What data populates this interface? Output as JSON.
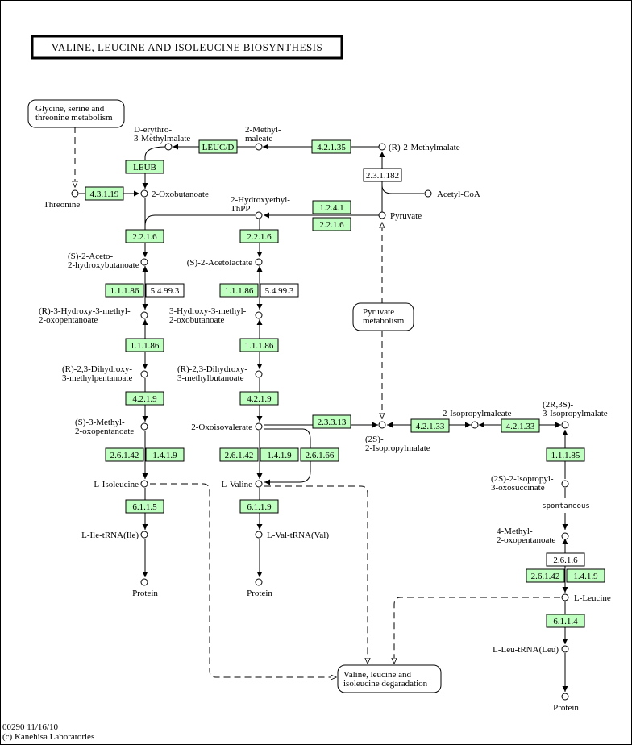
{
  "title": "VALINE, LEUCINE AND ISOLEUCINE BIOSYNTHESIS",
  "footer": {
    "map_id_date": "00290 11/16/10",
    "copyright": "(c) Kanehisa Laboratories"
  },
  "colors": {
    "enzyme_present": "#bfffbf",
    "enzyme_absent": "#ffffff",
    "line": "#000000"
  },
  "pathway_links": {
    "gly_ser_thr": [
      "Glycine, serine and",
      "threonine metabolism"
    ],
    "pyruvate": [
      "Pyruvate",
      "metabolism"
    ],
    "degradation": [
      "Valine, leucine and",
      "isoleucine degaradation"
    ]
  },
  "enzymes": {
    "e4_2_1_35": "4.2.1.35",
    "leucd": "LEUC/D",
    "leub": "LEUB",
    "e2_3_1_182": "2.3.1.182",
    "e4_3_1_19": "4.3.1.19",
    "e1_2_4_1": "1.2.4.1",
    "e2_2_1_6_a": "2.2.1.6",
    "e2_2_1_6_b": "2.2.1.6",
    "e2_2_1_6_c": "2.2.1.6",
    "e1_1_1_86_a": "1.1.1.86",
    "e5_4_99_3_a": "5.4.99.3",
    "e1_1_1_86_b": "1.1.1.86",
    "e5_4_99_3_b": "5.4.99.3",
    "e1_1_1_86_c": "1.1.1.86",
    "e1_1_1_86_d": "1.1.1.86",
    "e4_2_1_9_a": "4.2.1.9",
    "e4_2_1_9_b": "4.2.1.9",
    "e2_6_1_42_a": "2.6.1.42",
    "e1_4_1_9_a": "1.4.1.9",
    "e2_6_1_42_b": "2.6.1.42",
    "e1_4_1_9_b": "1.4.1.9",
    "e2_6_1_66": "2.6.1.66",
    "e2_3_3_13": "2.3.3.13",
    "e4_2_1_33_a": "4.2.1.33",
    "e4_2_1_33_b": "4.2.1.33",
    "e1_1_1_85": "1.1.1.85",
    "e2_6_1_6": "2.6.1.6",
    "e2_6_1_42_c": "2.6.1.42",
    "e1_4_1_9_c": "1.4.1.9",
    "e6_1_1_5": "6.1.1.5",
    "e6_1_1_9": "6.1.1.9",
    "e6_1_1_4": "6.1.1.4"
  },
  "compounds": {
    "d_erythro": [
      "D-erythro-",
      "3-Methylmalate"
    ],
    "methylmaleate": [
      "2-Methyl-",
      "maleate"
    ],
    "r2_methylmalate": "(R)-2-Methylmalate",
    "acetyl_coa": "Acetyl-CoA",
    "threonine": "Threonine",
    "oxobutanoate": "2-Oxobutanoate",
    "hydroxyethyl_thpp": [
      "2-Hydroxyethyl-",
      "ThPP"
    ],
    "pyruvate": "Pyruvate",
    "aceto_hb": [
      "(S)-2-Aceto-",
      "2-hydroxybutanoate"
    ],
    "acetolactate": "(S)-2-Acetolactate",
    "r3_hydroxy": [
      "(R)-3-Hydroxy-3-methyl-",
      "2-oxopentanoate"
    ],
    "hydroxy_ob": [
      "3-Hydroxy-3-methyl-",
      "2-oxobutanoate"
    ],
    "dihydroxy_mp": [
      "(R)-2,3-Dihydroxy-",
      "3-methylpentanoate"
    ],
    "dihydroxy_mb": [
      "(R)-2,3-Dihydroxy-",
      "3-methylbutanoate"
    ],
    "s3_methyl": [
      "(S)-3-Methyl-",
      "2-oxopentanoate"
    ],
    "oxoisovalerate": "2-Oxoisovalerate",
    "isopropylmalate_2s": [
      "(2S)-",
      "2-Isopropylmalate"
    ],
    "isopropylmaleate": "2-Isopropylmaleate",
    "isopropylmalate_2r3s": [
      "(2R,3S)-",
      "3-Isopropylmalate"
    ],
    "isoleucine": "L-Isoleucine",
    "valine": "L-Valine",
    "oxosuccinate": [
      "(2S)-2-Isopropyl-",
      "3-oxosuccinate"
    ],
    "spontaneous": "spontaneous",
    "methyl_oxopentanoate": [
      "4-Methyl-",
      "2-oxopentanoate"
    ],
    "leucine": "L-Leucine",
    "ile_trna": "L-Ile-tRNA(Ile)",
    "val_trna": "L-Val-tRNA(Val)",
    "leu_trna": "L-Leu-tRNA(Leu)",
    "protein": "Protein"
  }
}
